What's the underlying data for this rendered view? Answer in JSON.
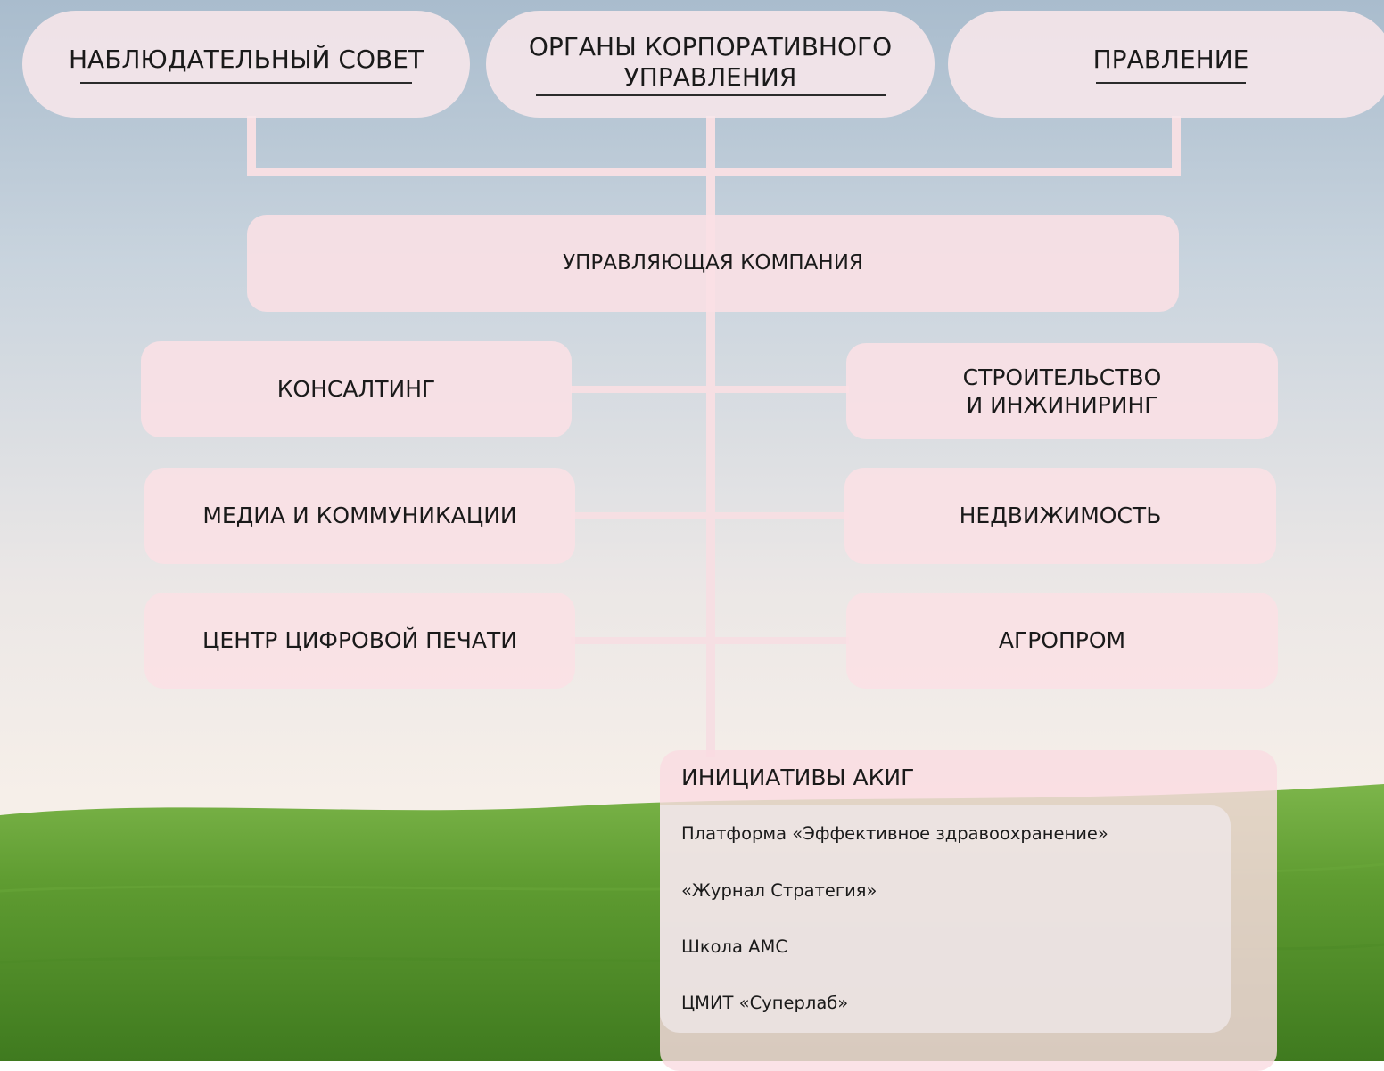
{
  "governance": {
    "supervisory_board": "НАБЛЮДАТЕЛЬНЫЙ СОВЕТ",
    "corporate_bodies_line1": "ОРГАНЫ КОРПОРАТИВНОГО",
    "corporate_bodies_line2": "УПРАВЛЕНИЯ",
    "management_board": "ПРАВЛЕНИЕ"
  },
  "management_company": "УПРАВЛЯЮЩАЯ КОМПАНИЯ",
  "divisions": {
    "left": [
      "КОНСАЛТИНГ",
      "МЕДИА И КОММУНИКАЦИИ",
      "ЦЕНТР ЦИФРОВОЙ ПЕЧАТИ"
    ],
    "right": [
      {
        "line1": "СТРОИТЕЛЬСТВО",
        "line2": "И ИНЖИНИРИНГ"
      },
      {
        "line1": "НЕДВИЖИМОСТЬ",
        "line2": ""
      },
      {
        "line1": "АГРОПРОМ",
        "line2": ""
      }
    ]
  },
  "initiatives": {
    "title": "ИНИЦИАТИВЫ АКИГ",
    "items": [
      "Платформа «Эффективное здравоохранение»",
      "«Журнал Стратегия»",
      "Школа АМС",
      "ЦМИТ «Суперлаб»"
    ]
  },
  "colors": {
    "node_fill": "#f8e1e6",
    "connector": "#f6dfe3",
    "sky": "#aebfd0",
    "grass": "#5c9a2e"
  }
}
